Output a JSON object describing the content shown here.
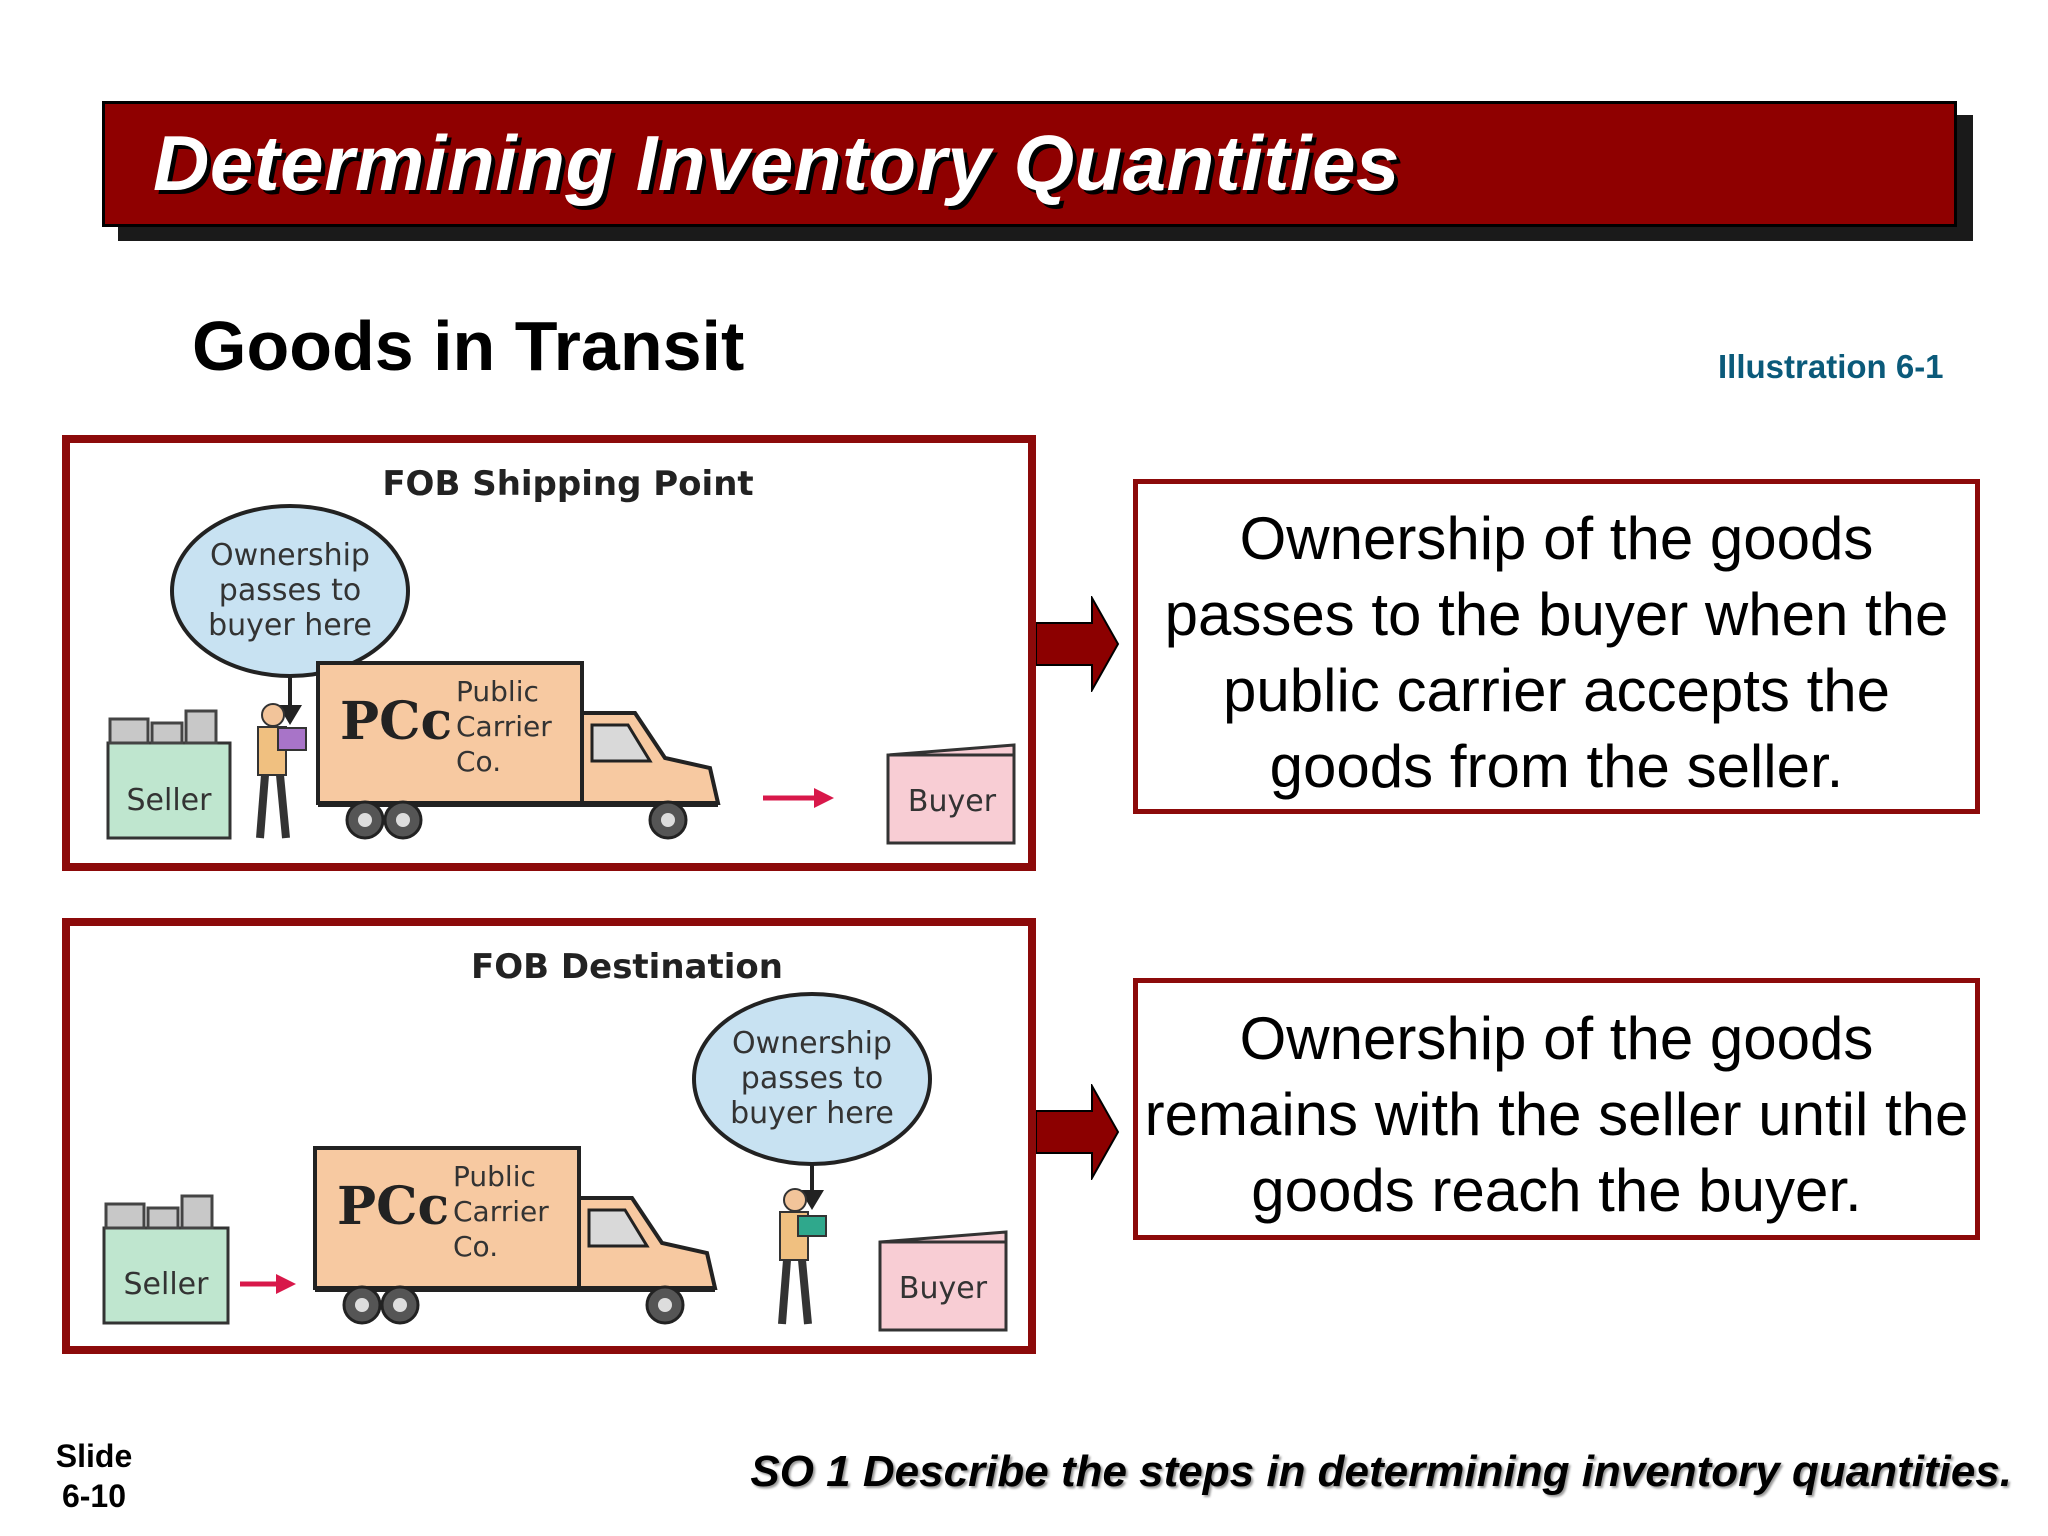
{
  "title": "Determining Inventory Quantities",
  "subtitle": "Goods in Transit",
  "illustration_label": "Illustration 6-1",
  "panels": [
    {
      "heading": "FOB Shipping Point",
      "bubble": [
        "Ownership",
        "passes to",
        "buyer here"
      ],
      "truck_logo": "PCc",
      "truck_text": [
        "Public",
        "Carrier",
        "Co."
      ],
      "seller_label": "Seller",
      "buyer_label": "Buyer",
      "explanation": "Ownership of the goods passes to the buyer when the public carrier accepts the goods from the seller."
    },
    {
      "heading": "FOB Destination",
      "bubble": [
        "Ownership",
        "passes to",
        "buyer here"
      ],
      "truck_logo": "PCc",
      "truck_text": [
        "Public",
        "Carrier",
        "Co."
      ],
      "seller_label": "Seller",
      "buyer_label": "Buyer",
      "explanation": "Ownership of the goods remains with the seller until the goods reach the buyer."
    }
  ],
  "footer": {
    "slide_label": "Slide",
    "slide_number": "6-10",
    "objective": "SO 1  Describe the steps in determining inventory quantities."
  },
  "colors": {
    "title_bar": "#8f0000",
    "border": "#8c0a0a",
    "illustration": "#0b5a7a",
    "bubble": "#c8e2f2",
    "truck": "#f7c9a1",
    "seller_box": "#bfe6cf",
    "buyer_box": "#f8cdd4",
    "small_arrow": "#d8184a"
  }
}
